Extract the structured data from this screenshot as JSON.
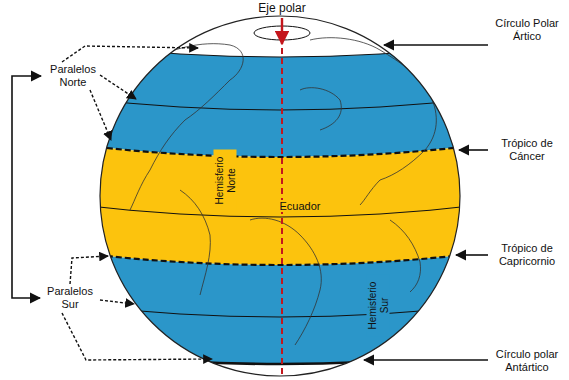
{
  "diagram": {
    "labels": [
      "Eje polar",
      "Círculo Polar Ártico",
      "Paralelos Norte",
      "Trópico de Cáncer",
      "Hemisferio Norte",
      "Ecuador",
      "Trópico de Capricornio",
      "Paralelos Sur",
      "Hemisferio Sur",
      "Círculo polar Antártico"
    ]
  }
}
